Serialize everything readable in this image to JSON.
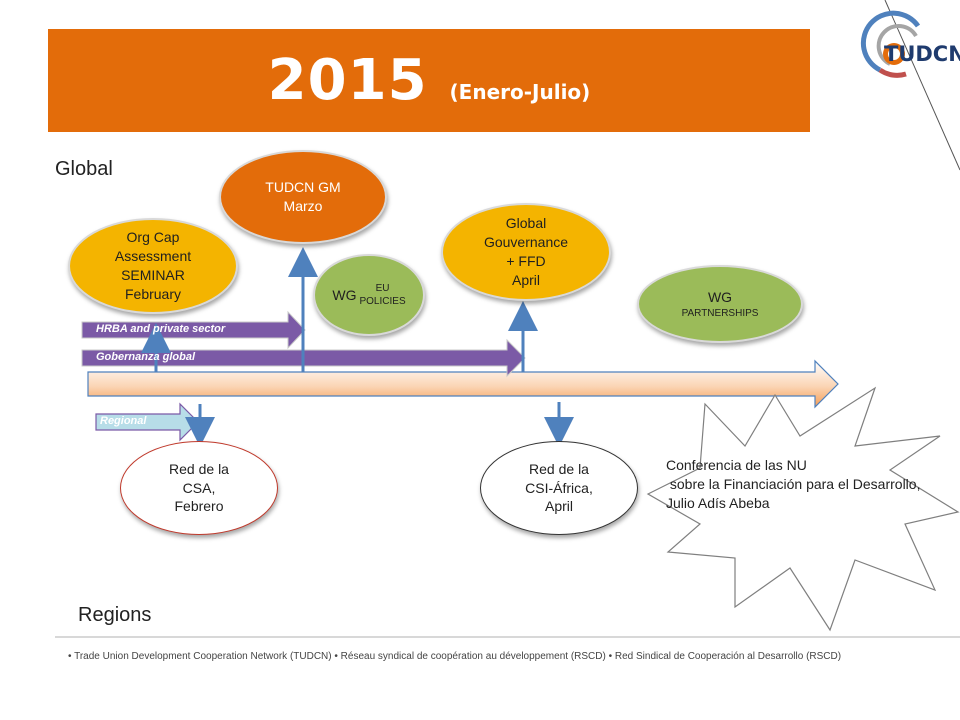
{
  "title": {
    "main": "2015",
    "sub": "(Enero-Julio)"
  },
  "logo": {
    "text": "TUDCN"
  },
  "sections": {
    "global": "Global",
    "regions": "Regions"
  },
  "ellipses": {
    "org_cap": "Org Cap\nAssessment\nSEMINAR\nFebruary",
    "tudcn_gm": "TUDCN GM\nMarzo",
    "wg_eu_main": "WG",
    "wg_eu_small": "EU\nPOLICIES",
    "global_gov": "Global\nGouvernance\n+ FFD\nApril",
    "wg_part_main": "WG",
    "wg_part_small": "PARTNERSHIPS",
    "red_csa": "Red de la\nCSA,\nFebrero",
    "red_csi": "Red de la\nCSI-África,\nApril"
  },
  "arrows": {
    "hrba": "HRBA and private sector",
    "gobernanza": "Gobernanza global",
    "regional": "Regional"
  },
  "burst": {
    "text": "Conferencia de las NU\n sobre la Financiación para el Desarrollo,\nJulio Adís Abeba"
  },
  "footer": {
    "text": "•  Trade Union Development Cooperation Network (TUDCN)   •  Réseau syndical de coopération au développement (RSCD)   •  Red Sindical de Cooperación al Desarrollo (RSCD)"
  },
  "colors": {
    "orange": "#e36c0a",
    "yellow": "#f4b400",
    "green": "#9bbb59",
    "purple": "#7b5aa6",
    "blue": "#4f81bd",
    "light_blue": "#b7dde8"
  }
}
